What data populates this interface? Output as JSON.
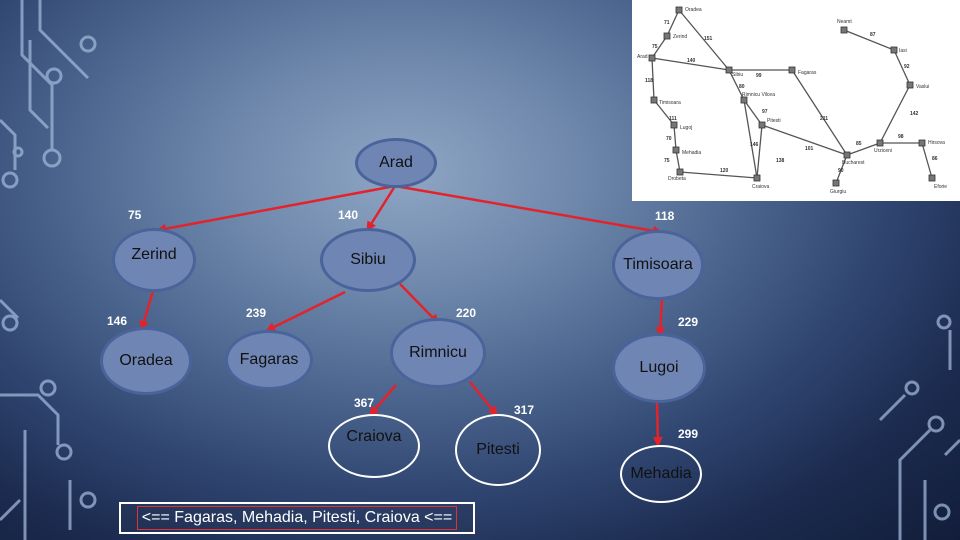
{
  "colors": {
    "edge": "#e3232b",
    "node_fill": "#6f86b4",
    "node_border": "#4a639a",
    "white_outline": "#ffffff"
  },
  "nodes": {
    "arad": "Arad",
    "zerind": "Zerind",
    "sibiu": "Sibiu",
    "timisoara": "Timisoara",
    "oradea": "Oradea",
    "fagaras": "Fagaras",
    "rimnicu": "Rimnicu",
    "lugoi": "Lugoi",
    "craiova": "Craiova",
    "pitesti": "Pitesti",
    "mehadia": "Mehadia"
  },
  "edge_labels": {
    "arad_zerind": "75",
    "arad_sibiu": "140",
    "arad_timisoara": "118",
    "zerind_oradea": "146",
    "sibiu_fagaras": "239",
    "sibiu_rimnicu": "220",
    "timisoara_lugoi": "229",
    "rimnicu_craiova": "367",
    "rimnicu_pitesti": "317",
    "lugoi_mehadia": "299"
  },
  "result": "<== Fagaras, Mehadia, Pitesti, Craiova <==",
  "map": {
    "cities": [
      "Oradea",
      "Zerind",
      "Arad",
      "Sibiu",
      "Fagaras",
      "Timisoara",
      "Rimnicu Vilcea",
      "Lugoj",
      "Pitesti",
      "Mehadia",
      "Drobeta",
      "Craiova",
      "Bucharest",
      "Giurgiu",
      "Urziceni",
      "Hirsova",
      "Eforie",
      "Vaslui",
      "Iasi",
      "Neamt"
    ],
    "distances": [
      "71",
      "75",
      "151",
      "140",
      "99",
      "118",
      "80",
      "111",
      "97",
      "211",
      "70",
      "146",
      "75",
      "101",
      "138",
      "120",
      "90",
      "85",
      "98",
      "86",
      "142",
      "92",
      "87"
    ]
  }
}
